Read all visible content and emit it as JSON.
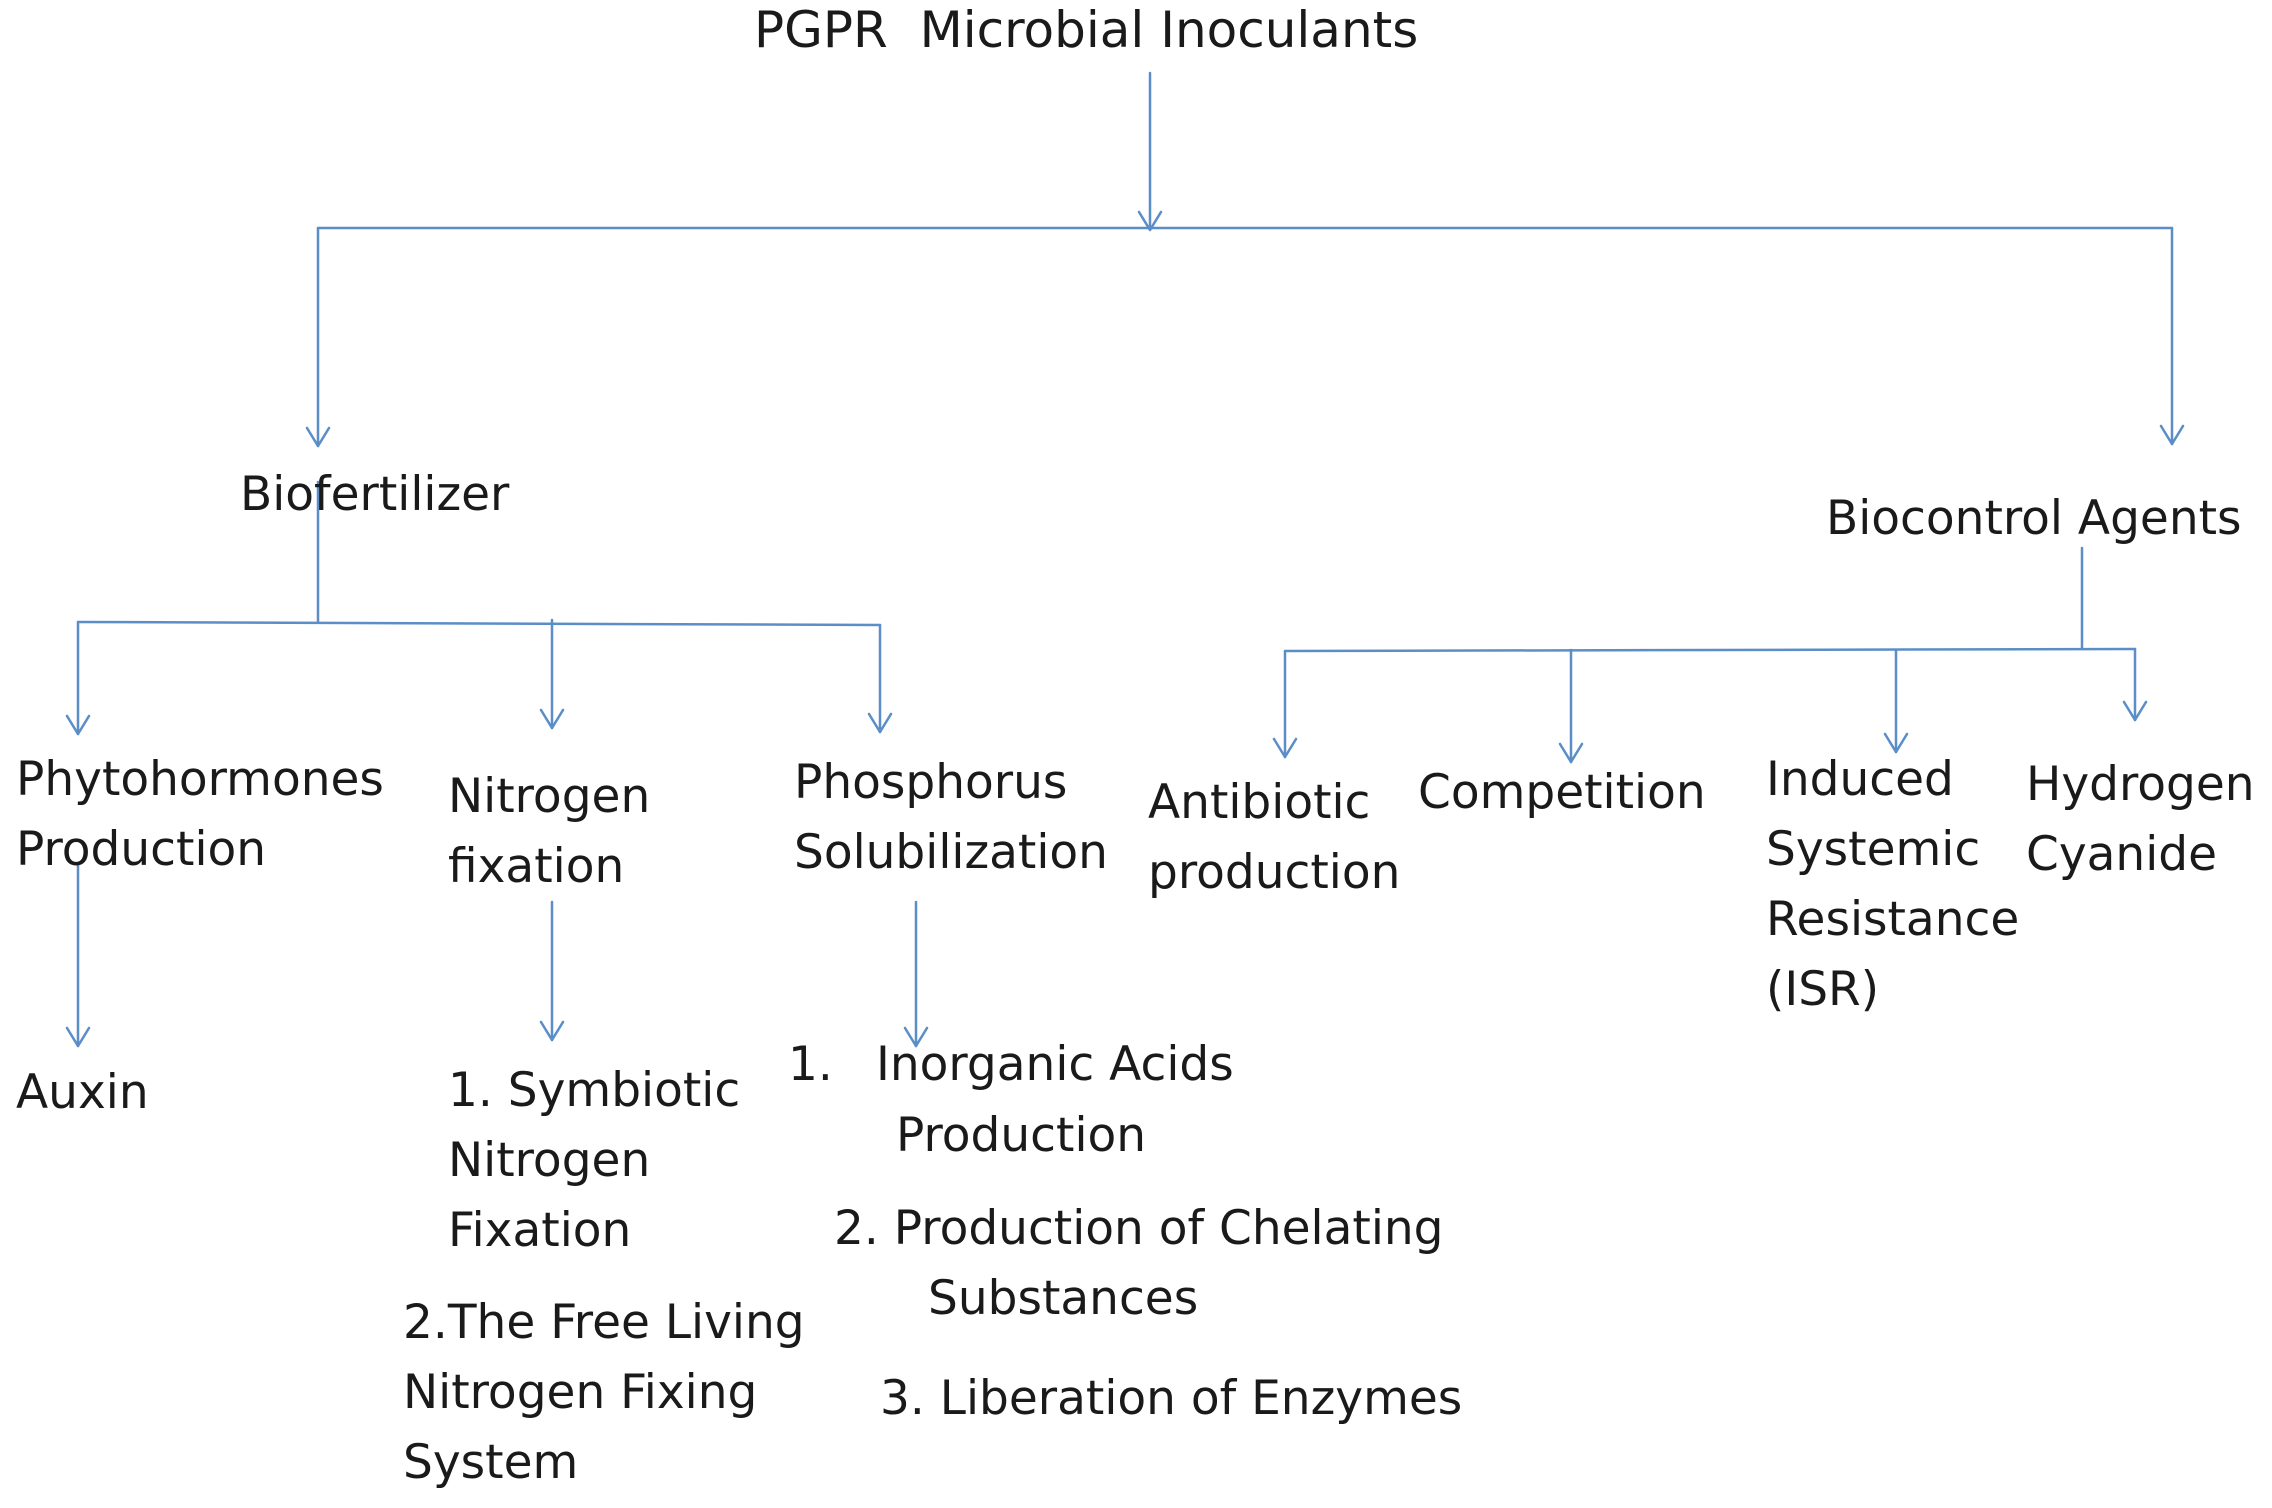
{
  "diagram": {
    "title": "PGPR  Microbial Inoculants",
    "biofertilizer": "Biofertilizer",
    "biocontrol": "Biocontrol Agents",
    "phytohormones": "Phytohormones\nProduction",
    "nitrogen_fixation": "Nitrogen\nfixation",
    "phosphorus": "Phosphorus\nSolubilization",
    "antibiotic": "Antibiotic\nproduction",
    "competition": "Competition",
    "isr": "Induced\nSystemic\nResistance\n(ISR)",
    "hcn": "Hydrogen\nCyanide",
    "auxin": "Auxin",
    "symbiotic": "1. Symbiotic\nNitrogen\nFixation",
    "free_living": "2.The Free Living\nNitrogen Fixing\nSystem",
    "inorganic_num": "1.",
    "inorganic": "Inorganic Acids",
    "inorganic_cont": "Production",
    "chelating": "2. Production of Chelating",
    "chelating_cont": "Substances",
    "enzymes": "3. Liberation of Enzymes"
  },
  "colors": {
    "connector": "#5b8ec7",
    "text": "#1a1a1a",
    "background": "#ffffff"
  }
}
